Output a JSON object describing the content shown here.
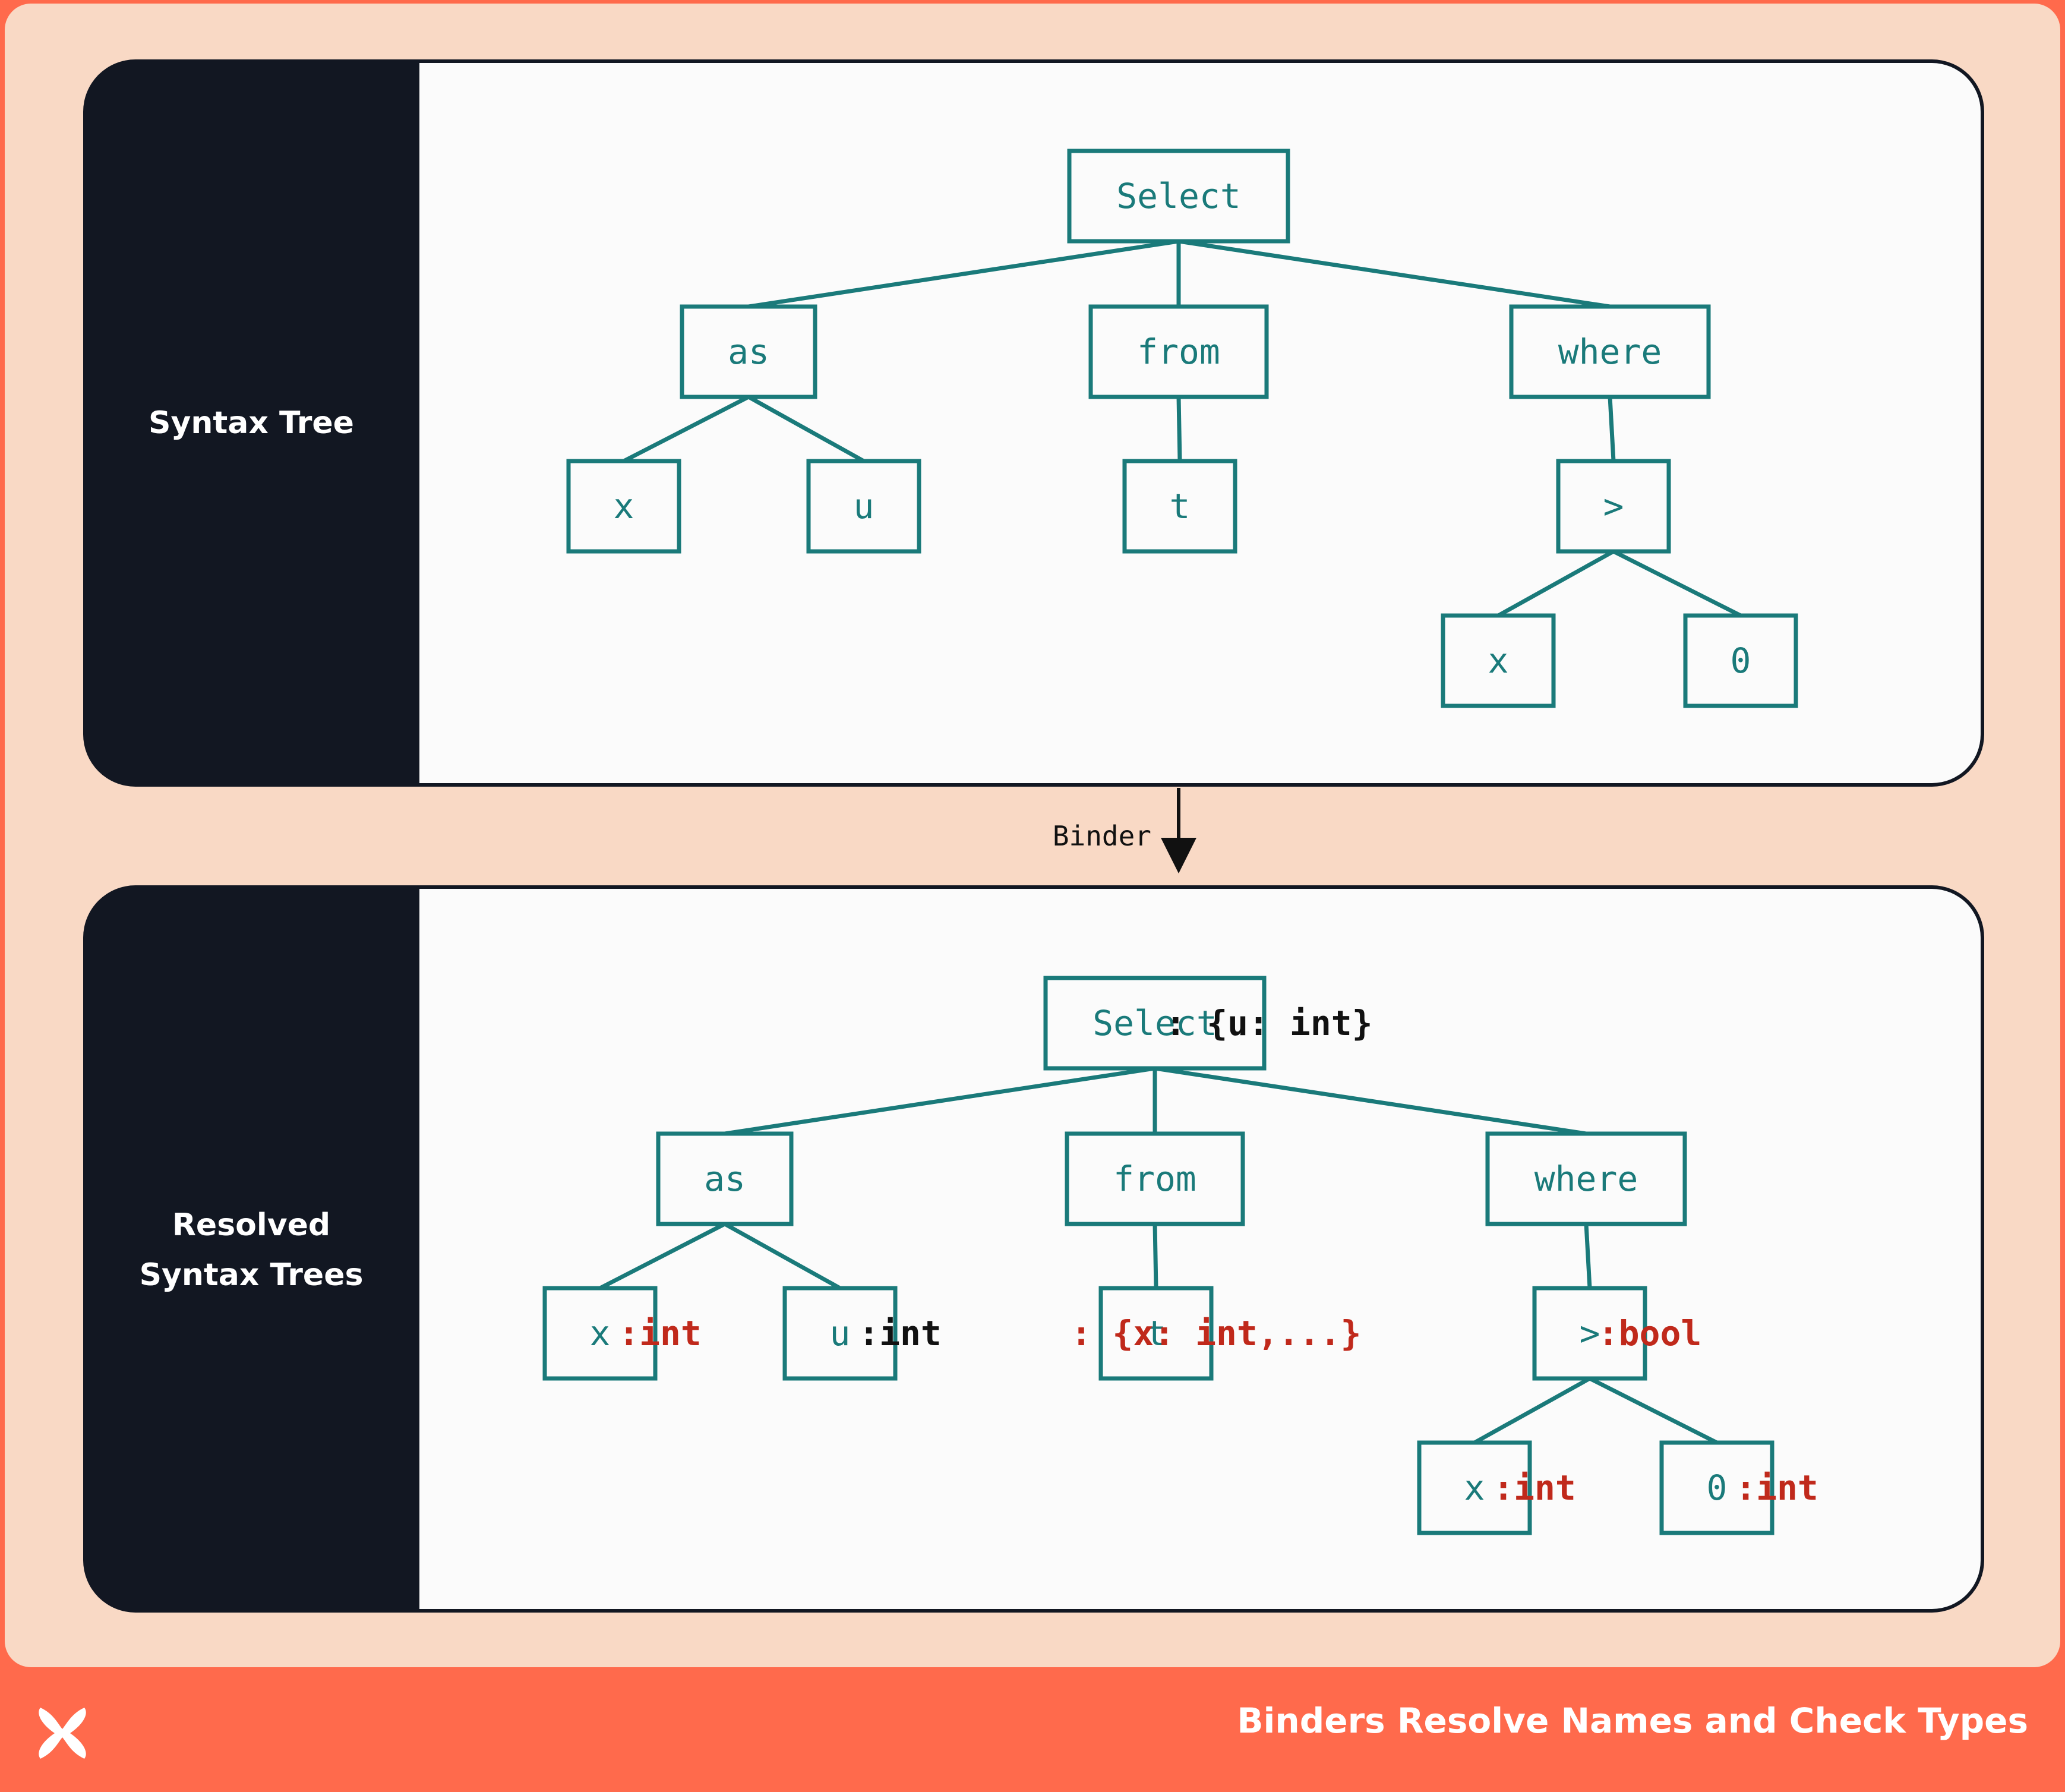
{
  "colors": {
    "background": "#f9d9c5",
    "footer": "#ff6a4c",
    "sidebar": "#121722",
    "node_stroke": "#1a7a7a",
    "annotation_red": "#c0291b",
    "annotation_black": "#111111"
  },
  "footer": {
    "title": "Binders Resolve Names and Check Types",
    "logo_icon": "x-logo-icon"
  },
  "arrow": {
    "label": "Binder"
  },
  "panels": {
    "top": {
      "label_lines": [
        "Syntax Tree"
      ]
    },
    "bottom": {
      "label_lines": [
        "Resolved",
        "Syntax Trees"
      ]
    }
  },
  "top_tree": {
    "nodes": [
      {
        "id": "select",
        "label": "Select"
      },
      {
        "id": "as",
        "label": "as"
      },
      {
        "id": "from",
        "label": "from"
      },
      {
        "id": "where",
        "label": "where"
      },
      {
        "id": "x1",
        "label": "x"
      },
      {
        "id": "u",
        "label": "u"
      },
      {
        "id": "t",
        "label": "t"
      },
      {
        "id": "gt",
        "label": ">"
      },
      {
        "id": "x2",
        "label": "x"
      },
      {
        "id": "zero",
        "label": "0"
      }
    ],
    "edges": [
      [
        "select",
        "as"
      ],
      [
        "select",
        "from"
      ],
      [
        "select",
        "where"
      ],
      [
        "as",
        "x1"
      ],
      [
        "as",
        "u"
      ],
      [
        "from",
        "t"
      ],
      [
        "where",
        "gt"
      ],
      [
        "gt",
        "x2"
      ],
      [
        "gt",
        "zero"
      ]
    ]
  },
  "bottom_tree": {
    "nodes": [
      {
        "id": "select",
        "label": "Select",
        "annotation": ": {u: int}",
        "annotation_color": "black"
      },
      {
        "id": "as",
        "label": "as"
      },
      {
        "id": "from",
        "label": "from"
      },
      {
        "id": "where",
        "label": "where"
      },
      {
        "id": "x1",
        "label": "x",
        "annotation": ":int",
        "annotation_color": "red"
      },
      {
        "id": "u",
        "label": "u",
        "annotation": ":int",
        "annotation_color": "black"
      },
      {
        "id": "t",
        "label": "t",
        "annotation": ": {x: int,...}",
        "annotation_color": "red"
      },
      {
        "id": "gt",
        "label": ">",
        "annotation": ":bool",
        "annotation_color": "red"
      },
      {
        "id": "x2",
        "label": "x",
        "annotation": ":int",
        "annotation_color": "red"
      },
      {
        "id": "zero",
        "label": "0",
        "annotation": ":int",
        "annotation_color": "red"
      }
    ],
    "edges": [
      [
        "select",
        "as"
      ],
      [
        "select",
        "from"
      ],
      [
        "select",
        "where"
      ],
      [
        "as",
        "x1"
      ],
      [
        "as",
        "u"
      ],
      [
        "from",
        "t"
      ],
      [
        "where",
        "gt"
      ],
      [
        "gt",
        "x2"
      ],
      [
        "gt",
        "zero"
      ]
    ]
  }
}
